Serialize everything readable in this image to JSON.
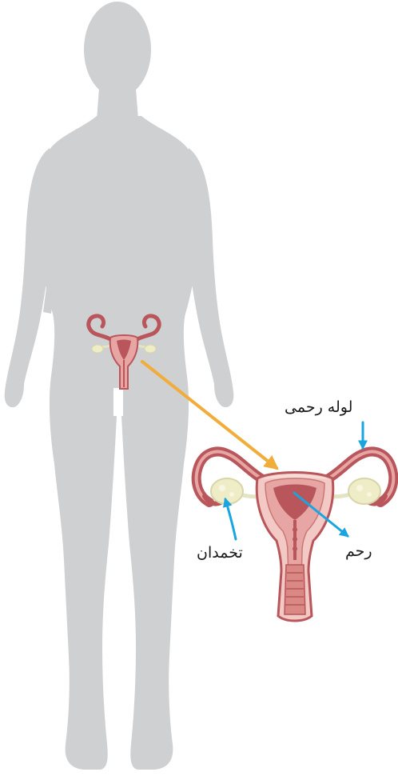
{
  "labels": {
    "fallopian_tube": "لوله رحمی",
    "ovary": "تخمدان",
    "uterus": "رحم"
  },
  "colors": {
    "silhouette": "#cfd0d2",
    "organ_outer": "#b9565b",
    "organ_inner": "#e7a6a3",
    "organ_light": "#f2c9c4",
    "ovary": "#eeedc8",
    "ligament": "#e4e3c4",
    "zoom_arrow": "#f1ad3a",
    "pointer_arrow": "#1aa4e0"
  },
  "icons": {
    "body": "female-silhouette-icon",
    "small_organ": "reproductive-system-small-icon",
    "large_organ": "reproductive-system-large-icon"
  }
}
